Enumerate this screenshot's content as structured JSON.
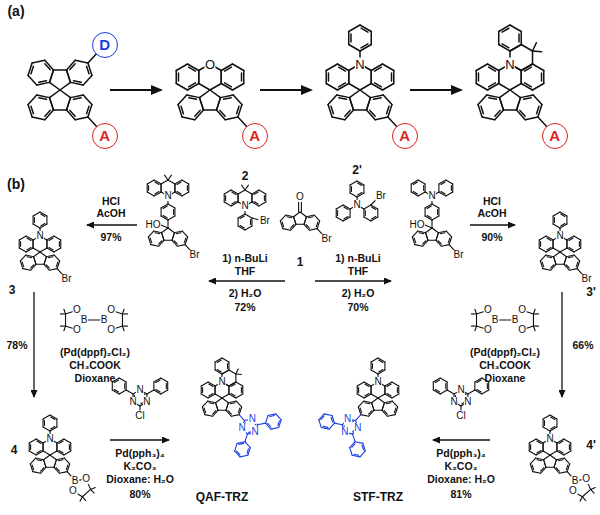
{
  "diagram": {
    "nodes": [
      {
        "text": [
          "D"
        ]
      },
      {
        "text": [
          "A"
        ]
      },
      {
        "text": [
          "A"
        ]
      },
      {
        "text": [
          "A"
        ]
      },
      {
        "text": [
          "A"
        ]
      }
    ],
    "labels": [
      "(a)",
      "O",
      "N",
      "N",
      "(b)",
      "O",
      "Br",
      "1",
      "2",
      "N",
      "Br",
      "2'",
      "N",
      "Br",
      "1) n-BuLi",
      "THF",
      "2) H₂O",
      "72%",
      "1) n-BuLi",
      "THF",
      "2) H₂O",
      "70%",
      "N",
      "HO",
      "Br",
      "N",
      "HO",
      "Br",
      "HCl",
      "AcOH",
      "97%",
      "HCl",
      "AcOH",
      "90%",
      "N",
      "Br",
      "3",
      "N",
      "Br",
      "3'",
      "78%",
      "B",
      "B",
      "O",
      "O",
      "O",
      "O",
      "(Pd(dppf)₂Cl₂)",
      "CH₃COOK",
      "Dioxane",
      "66%",
      "B",
      "B",
      "O",
      "O",
      "O",
      "O",
      "(Pd(dppf)₂Cl₂)",
      "CH₃COOK",
      "Dioxane",
      "N",
      "B",
      "O",
      "O",
      "4",
      "N",
      "B",
      "O",
      "O",
      "4'",
      "N",
      "N",
      "N",
      "Cl",
      "Pd(pph₃)₄",
      "K₂CO₃",
      "Dioxane: H₂O",
      "80%",
      "N",
      "N",
      "N",
      "Cl",
      "Pd(pph₃)₄",
      "K₂CO₃",
      "Dioxane: H₂O",
      "81%",
      "N",
      "N",
      "N",
      "N",
      "QAF-TRZ",
      "N",
      "N",
      "N",
      "N",
      "STF-TRZ"
    ]
  }
}
